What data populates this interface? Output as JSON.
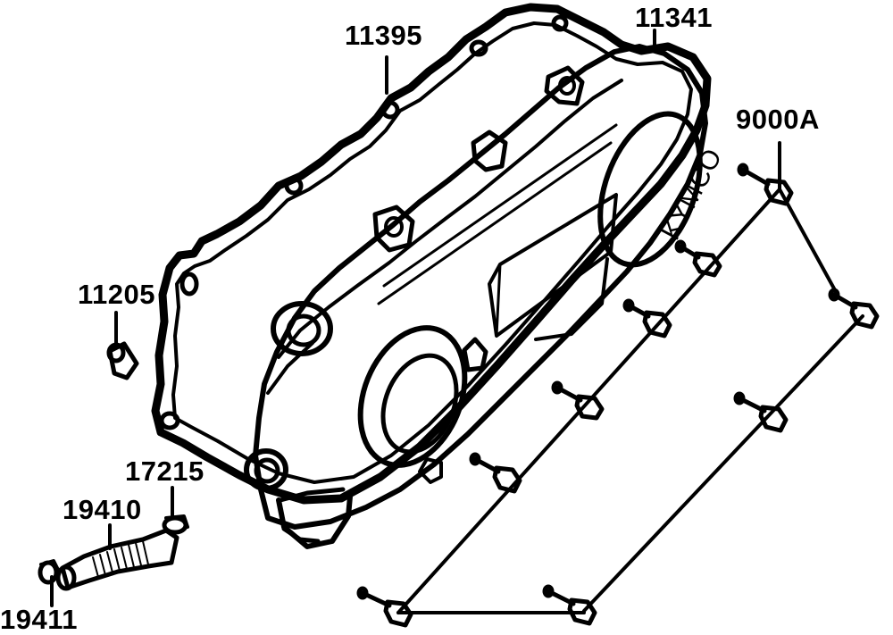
{
  "part_labels": {
    "p11395": "11395",
    "p11341": "11341",
    "p9000A": "9000A",
    "p11205": "11205",
    "p17215": "17215",
    "p19410": "19410",
    "p19411": "19411"
  },
  "logo": "KYMCO",
  "colors": {
    "ink": "#000000",
    "paper": "#ffffff"
  }
}
